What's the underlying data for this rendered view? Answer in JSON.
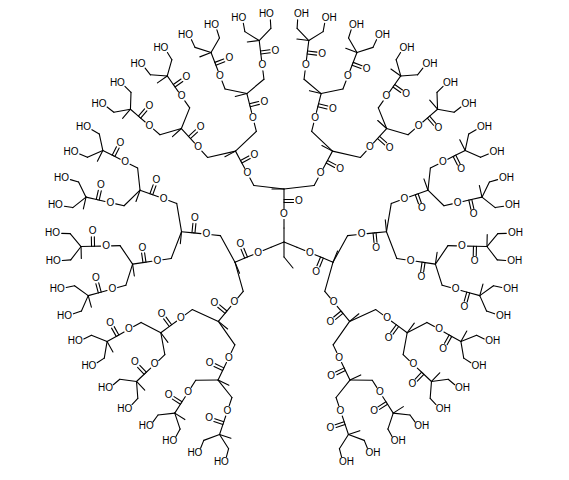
{
  "diagram": {
    "labels": [
      "O",
      "O",
      "O",
      "O",
      "O",
      "O",
      "O",
      "O",
      "HO",
      "HO",
      "O",
      "O",
      "HO",
      "HO",
      "O",
      "O",
      "O",
      "O",
      "HO",
      "HO",
      "O",
      "O",
      "HO",
      "HO",
      "O",
      "O",
      "O",
      "O",
      "O",
      "O",
      "HO",
      "HO",
      "O",
      "O",
      "HO",
      "HO",
      "O",
      "O",
      "O",
      "O",
      "HO",
      "HO",
      "O",
      "O",
      "HO",
      "HO",
      "O",
      "O",
      "O",
      "O",
      "O",
      "O",
      "O",
      "O",
      "HO",
      "HO",
      "O",
      "O",
      "HO",
      "HO",
      "O",
      "O",
      "O",
      "O",
      "HO",
      "HO",
      "O",
      "O",
      "HO",
      "HO",
      "O",
      "O",
      "O",
      "O",
      "O",
      "O",
      "OH",
      "OH",
      "O",
      "O",
      "OH",
      "OH",
      "O",
      "O",
      "O",
      "O",
      "OH",
      "OH",
      "O",
      "O",
      "OH",
      "OH",
      "O",
      "O",
      "O",
      "O",
      "O",
      "O",
      "O",
      "O",
      "OH",
      "OH",
      "O",
      "O",
      "OH",
      "OH",
      "O",
      "O",
      "O",
      "O",
      "OH",
      "OH",
      "O",
      "O",
      "OH",
      "OH",
      "O",
      "O",
      "O",
      "O",
      "O",
      "O",
      "OH",
      "OH",
      "O",
      "O",
      "OH",
      "OH",
      "O",
      "O",
      "O",
      "O",
      "OH",
      "OH",
      "O",
      "O",
      "OH",
      "OH"
    ]
  }
}
